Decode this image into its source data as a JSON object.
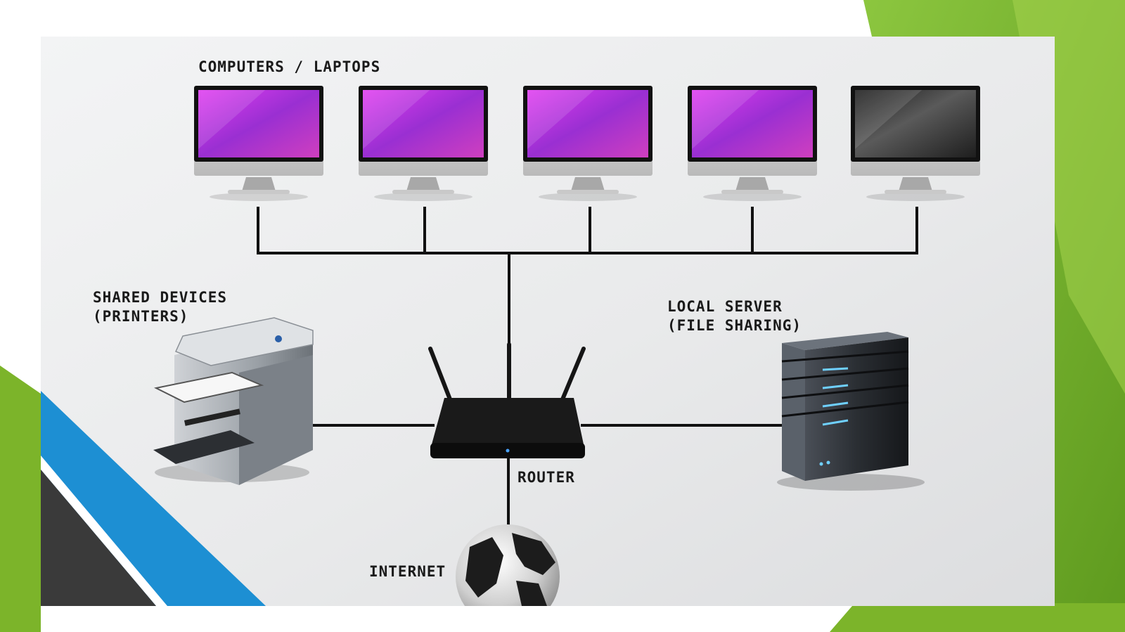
{
  "labels": {
    "computers": "COMPUTERS / LAPTOPS",
    "shared_devices_line1": "SHARED DEVICES",
    "shared_devices_line2": "(PRINTERS)",
    "local_server_line1": "LOCAL SERVER",
    "local_server_line2": "(FILE SHARING)",
    "router": "ROUTER",
    "internet": "INTERNET"
  },
  "computers": [
    {
      "screen": "purple"
    },
    {
      "screen": "purple"
    },
    {
      "screen": "purple"
    },
    {
      "screen": "purple"
    },
    {
      "screen": "dark"
    }
  ],
  "colors": {
    "slide_background": "#ffffff",
    "panel": "#eaebec",
    "accent_green": "#7cb42a",
    "accent_green_light": "#a4d04a",
    "accent_blue": "#1d8fd3",
    "accent_dark": "#3a3a3a",
    "wire": "#111111",
    "screen_purple": "#b42fd6",
    "screen_dark": "#2a2a2a"
  }
}
